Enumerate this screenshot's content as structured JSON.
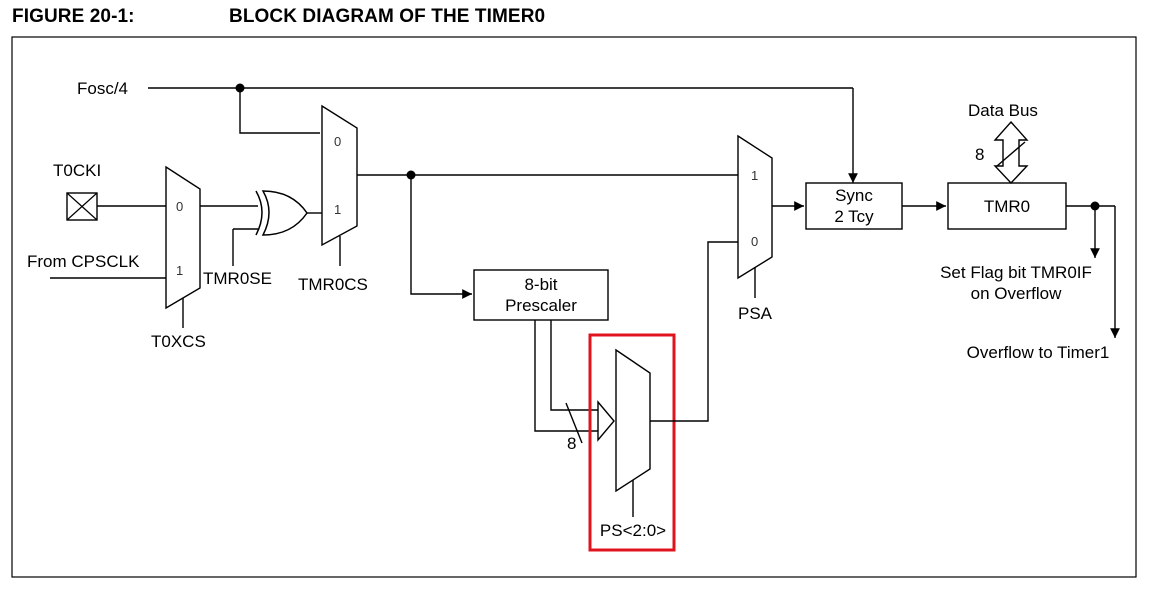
{
  "figure": {
    "number": "FIGURE 20-1:",
    "title": "BLOCK DIAGRAM OF THE TIMER0"
  },
  "labels": {
    "fosc": "Fosc/4",
    "t0cki": "T0CKI",
    "from_cpsclk": "From CPSCLK",
    "tmr0se": "TMR0SE",
    "tmr0cs": "TMR0CS",
    "t0xcs": "T0XCS",
    "prescaler_line1": "8-bit",
    "prescaler_line2": "Prescaler",
    "psa": "PSA",
    "sync_line1": "Sync",
    "sync_line2": "2 Tcy",
    "tmr0": "TMR0",
    "data_bus": "Data Bus",
    "bus_width_top": "8",
    "bus_width_mux": "8",
    "set_flag_line1": "Set Flag bit TMR0IF",
    "set_flag_line2": "on Overflow",
    "overflow": "Overflow to Timer1",
    "ps_select": "PS<2:0>",
    "mux_in_0": "0",
    "mux_in_1": "1"
  },
  "colors": {
    "line": "#000000",
    "highlight": "#e0141e"
  }
}
